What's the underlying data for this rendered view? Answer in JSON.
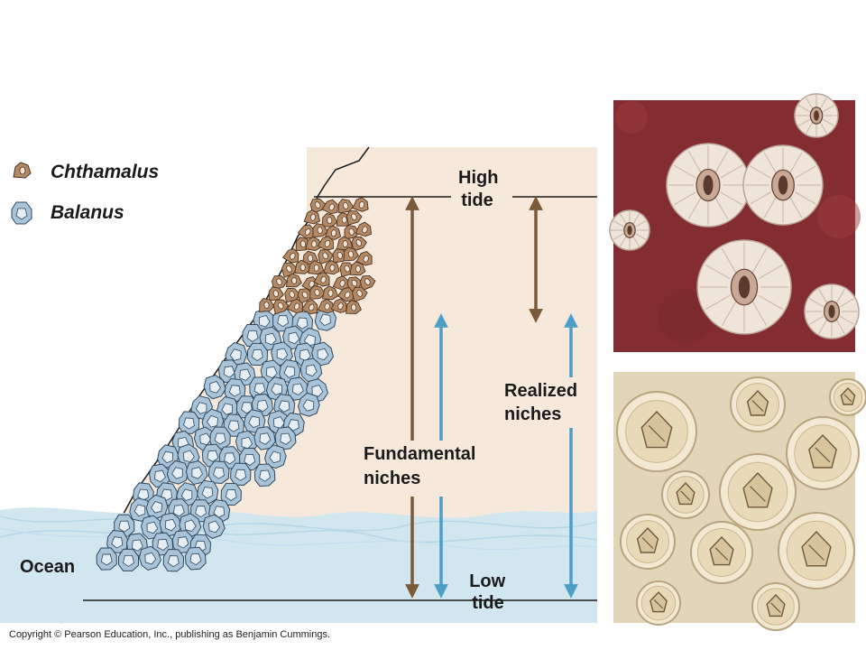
{
  "legend": [
    {
      "name": "Chthamalus",
      "color": "#b48a66",
      "icon": "chthamalus-barnacle-icon"
    },
    {
      "name": "Balanus",
      "color": "#a9c3d8",
      "icon": "balanus-barnacle-icon"
    }
  ],
  "labels": {
    "high_tide": [
      "High",
      "tide"
    ],
    "low_tide": [
      "Low",
      "tide"
    ],
    "ocean": "Ocean",
    "fundamental": [
      "Fundamental",
      "niches"
    ],
    "realized": [
      "Realized",
      "niches"
    ]
  },
  "colors": {
    "chthamalus_arrow": "#7a5a38",
    "balanus_arrow": "#4d9ec6",
    "zone_background": "#f6e9dc",
    "water": "#d2e6ef"
  },
  "photos": [
    {
      "subject": "chthamalus-photo",
      "background": "#8a2f34",
      "shell": "#efe4da"
    },
    {
      "subject": "balanus-photo",
      "background": "#e9ddc3",
      "shell": "#f3e9d2"
    }
  ],
  "copyright": "Copyright © Pearson Education, Inc., publishing as Benjamin Cummings."
}
